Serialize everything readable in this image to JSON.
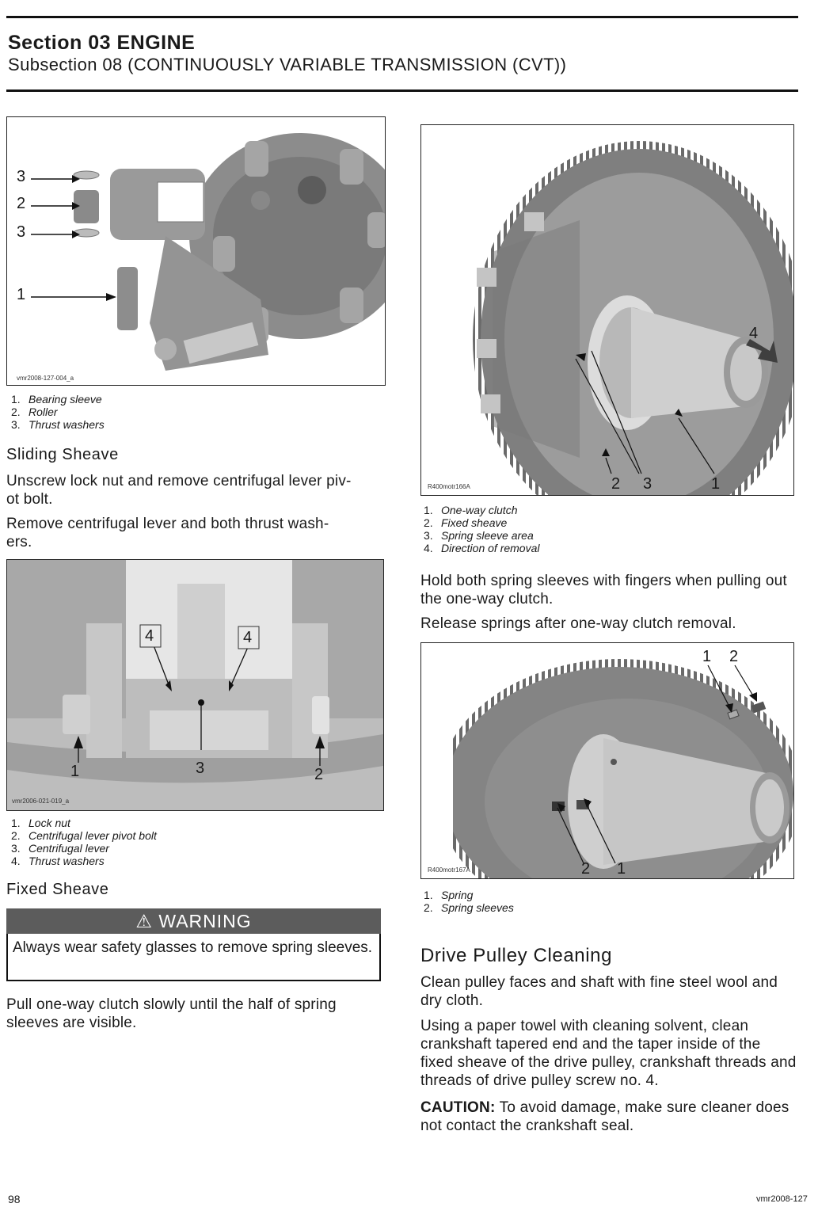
{
  "header": {
    "section": "Section 03 ENGINE",
    "subsection": "Subsection 08 (CONTINUOUSLY VARIABLE TRANSMISSION (CVT))"
  },
  "fig1": {
    "id": "vmr2008-127-004_a",
    "callouts": [
      "3",
      "2",
      "3",
      "1"
    ],
    "legend": [
      {
        "num": "1.",
        "text": "Bearing sleeve"
      },
      {
        "num": "2.",
        "text": "Roller"
      },
      {
        "num": "3.",
        "text": "Thrust washers"
      }
    ]
  },
  "sliding_sheave": {
    "heading": "Sliding Sheave",
    "p1": "Unscrew lock nut and remove centrifugal lever piv-\not bolt.",
    "p2": "Remove centrifugal lever and both thrust wash-\ners."
  },
  "fig2": {
    "id": "vmr2006-021-019_a",
    "callouts": [
      "4",
      "4",
      "1",
      "3",
      "2"
    ],
    "legend": [
      {
        "num": "1.",
        "text": "Lock nut"
      },
      {
        "num": "2.",
        "text": "Centrifugal lever pivot bolt"
      },
      {
        "num": "3.",
        "text": "Centrifugal lever"
      },
      {
        "num": "4.",
        "text": "Thrust washers"
      }
    ]
  },
  "fixed_sheave": {
    "heading": "Fixed Sheave",
    "warning_title": "WARNING",
    "warning_text": "Always wear safety glasses to remove spring sleeves.",
    "p1": "Pull one-way clutch slowly until the half of spring sleeves are visible."
  },
  "fig3": {
    "id": "R400motr166A",
    "callouts": [
      "4",
      "2",
      "3",
      "1"
    ],
    "legend": [
      {
        "num": "1.",
        "text": "One-way clutch"
      },
      {
        "num": "2.",
        "text": "Fixed sheave"
      },
      {
        "num": "3.",
        "text": "Spring sleeve area"
      },
      {
        "num": "4.",
        "text": "Direction of removal"
      }
    ]
  },
  "right_text": {
    "p1": "Hold both spring sleeves with fingers when pulling out the one-way clutch.",
    "p2": "Release springs after one-way clutch removal."
  },
  "fig4": {
    "id": "R400motr167A",
    "callouts": [
      "1",
      "2",
      "2",
      "1"
    ],
    "legend": [
      {
        "num": "1.",
        "text": "Spring"
      },
      {
        "num": "2.",
        "text": "Spring sleeves"
      }
    ]
  },
  "cleaning": {
    "heading": "Drive Pulley Cleaning",
    "p1": "Clean pulley faces and shaft with fine steel wool and dry cloth.",
    "p2": "Using a paper towel with cleaning solvent, clean crankshaft tapered end and the taper inside of the fixed sheave of the drive pulley, crankshaft threads and threads of drive pulley screw no. 4.",
    "caution_label": "CAUTION:",
    "caution_text": " To avoid damage, make sure cleaner does not contact the crankshaft seal."
  },
  "footer": {
    "page": "98",
    "doc": "vmr2008-127"
  }
}
